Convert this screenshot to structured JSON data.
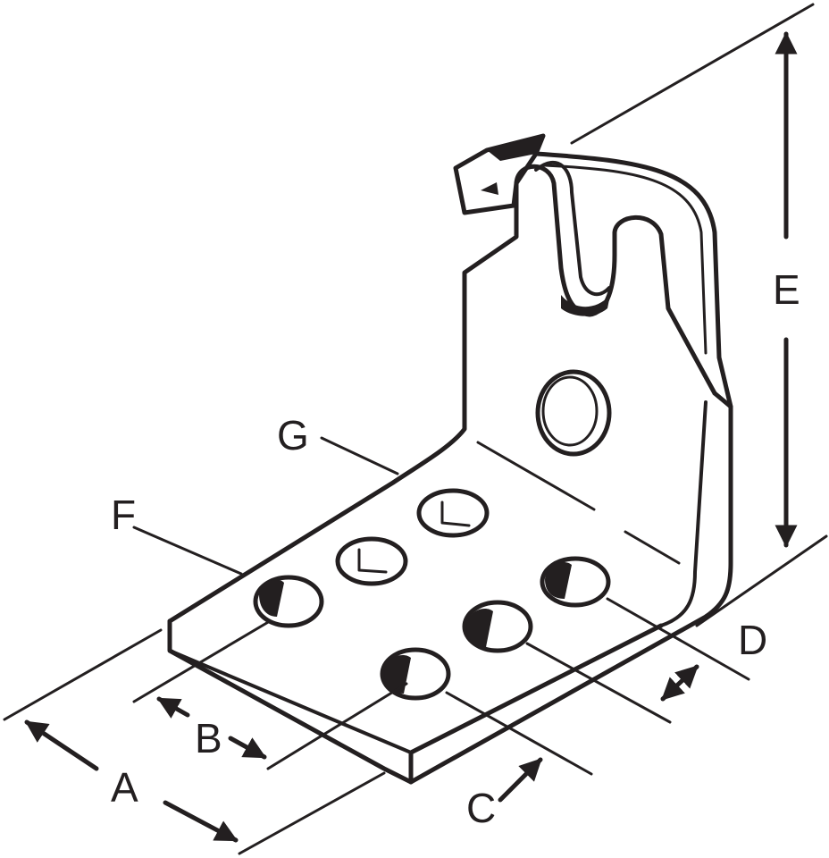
{
  "diagram": {
    "subject": "angle bracket",
    "labels": {
      "a": "A",
      "b": "B",
      "c": "C",
      "d": "D",
      "e": "E",
      "f": "F",
      "g": "G"
    }
  }
}
